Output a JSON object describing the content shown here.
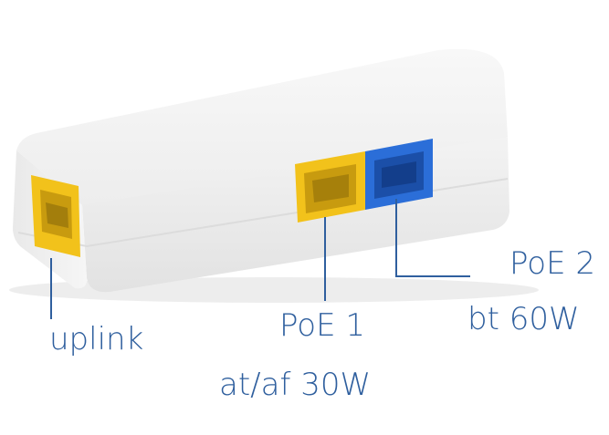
{
  "labels": {
    "uplink": "uplink",
    "poe1_name": "PoE 1",
    "poe1_spec": "at/af 30W",
    "poe2_name": "PoE 2",
    "poe2_spec": "bt 60W"
  },
  "colors": {
    "label_text": "#2f5f9e",
    "port_yellow": "#f2c21b",
    "port_blue": "#2b6ed8",
    "device_body": "#f1f1f1"
  }
}
